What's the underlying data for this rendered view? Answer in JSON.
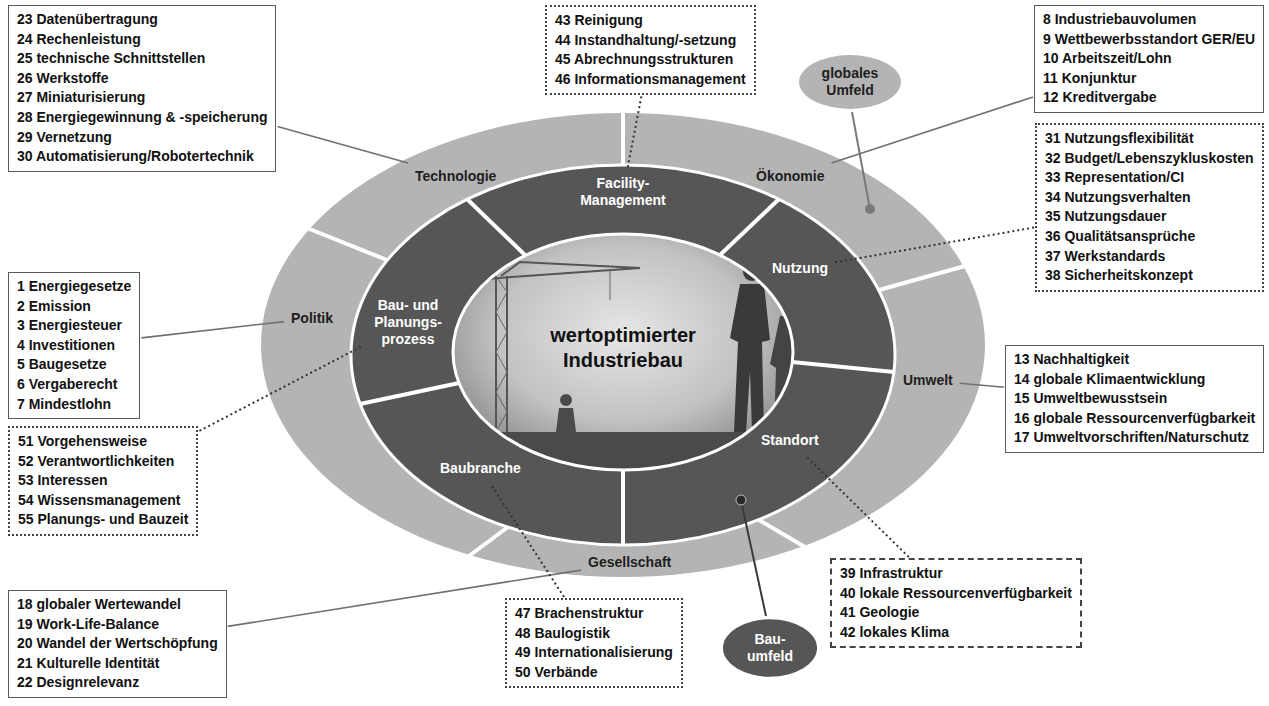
{
  "diagram": {
    "nodes": [
      {
        "text": [
          "23 Datenübertragung",
          "24 Rechenleistung",
          "25 technische Schnittstellen",
          "26 Werkstoffe",
          "27 Miniaturisierung",
          "28 Energiegewinnung & -speicherung",
          "29 Vernetzung",
          "30 Automatisierung/Robotertechnik"
        ]
      },
      {
        "text": [
          "43 Reinigung",
          "44 Instandhaltung/-setzung",
          "45 Abrechnungsstrukturen",
          "46 Informationsmanagement"
        ]
      },
      {
        "text": [
          "8 Industriebauvolumen",
          "9 Wettbewerbsstandort GER/EU",
          "10 Arbeitszeit/Lohn",
          "11 Konjunktur",
          "12 Kreditvergabe"
        ]
      },
      {
        "text": [
          "globales Umfeld"
        ]
      },
      {
        "text": [
          "1 Energiegesetze",
          "2 Emission",
          "3 Energiesteuer",
          "4 Investitionen",
          "5 Baugesetze",
          "6 Vergaberecht",
          "7 Mindestlohn"
        ]
      },
      {
        "text": [
          "31 Nutzungsflexibilität",
          "32 Budget/Lebenszykluskosten",
          "33 Representation/CI",
          "34 Nutzungsverhalten",
          "35 Nutzungsdauer",
          "36 Qualitätsansprüche",
          "37 Werkstandards",
          "38 Sicherheitskonzept"
        ]
      },
      {
        "text": [
          "51 Vorgehensweise",
          "52 Verantwortlichkeiten",
          "53 Interessen",
          "54 Wissensmanagement",
          "55 Planungs- und Bauzeit"
        ]
      },
      {
        "text": [
          "13 Nachhaltigkeit",
          "14 globale Klimaentwicklung",
          "15 Umweltbewusstsein",
          "16 globale Ressourcenverfügbarkeit",
          "17 Umweltvorschriften/Naturschutz"
        ]
      },
      {
        "text": [
          "18 globaler Wertewandel",
          "19 Work-Life-Balance",
          "20 Wandel der Wertschöpfung",
          "21 Kulturelle Identität",
          "22 Designrelevanz"
        ]
      },
      {
        "text": [
          "47 Brachenstruktur",
          "48 Baulogistik",
          "49 Internationalisierung",
          "50 Verbände"
        ]
      },
      {
        "text": [
          "Bau- umfeld"
        ]
      },
      {
        "text": [
          "39 Infrastruktur",
          "40 lokale Ressourcenverfügbarkeit",
          "41 Geologie",
          "42 lokales Klima"
        ]
      },
      {
        "text": [
          "Technologie"
        ]
      },
      {
        "text": [
          "Ökonomie"
        ]
      },
      {
        "text": [
          "Umwelt"
        ]
      },
      {
        "text": [
          "Gesellschaft"
        ]
      },
      {
        "text": [
          "Politik"
        ]
      },
      {
        "text": [
          "Facility- Management"
        ]
      },
      {
        "text": [
          "Nutzung"
        ]
      },
      {
        "text": [
          "Standort"
        ]
      },
      {
        "text": [
          "Baubranche"
        ]
      },
      {
        "text": [
          "Bau- und Planungs- prozess"
        ]
      },
      {
        "text": [
          "wertoptimierter Industriebau"
        ]
      }
    ],
    "edges": [
      {
        "from": 0,
        "to": 12,
        "arrow": "none"
      },
      {
        "from": 1,
        "to": 17,
        "arrow": "none"
      },
      {
        "from": 2,
        "to": 13,
        "arrow": "none"
      },
      {
        "from": 4,
        "to": 16,
        "arrow": "none"
      },
      {
        "from": 5,
        "to": 18,
        "arrow": "none"
      },
      {
        "from": 6,
        "to": 21,
        "arrow": "none"
      },
      {
        "from": 7,
        "to": 14,
        "arrow": "none"
      },
      {
        "from": 8,
        "to": 15,
        "arrow": "none"
      },
      {
        "from": 9,
        "to": 20,
        "arrow": "none"
      },
      {
        "from": 11,
        "to": 19,
        "arrow": "none"
      }
    ]
  }
}
